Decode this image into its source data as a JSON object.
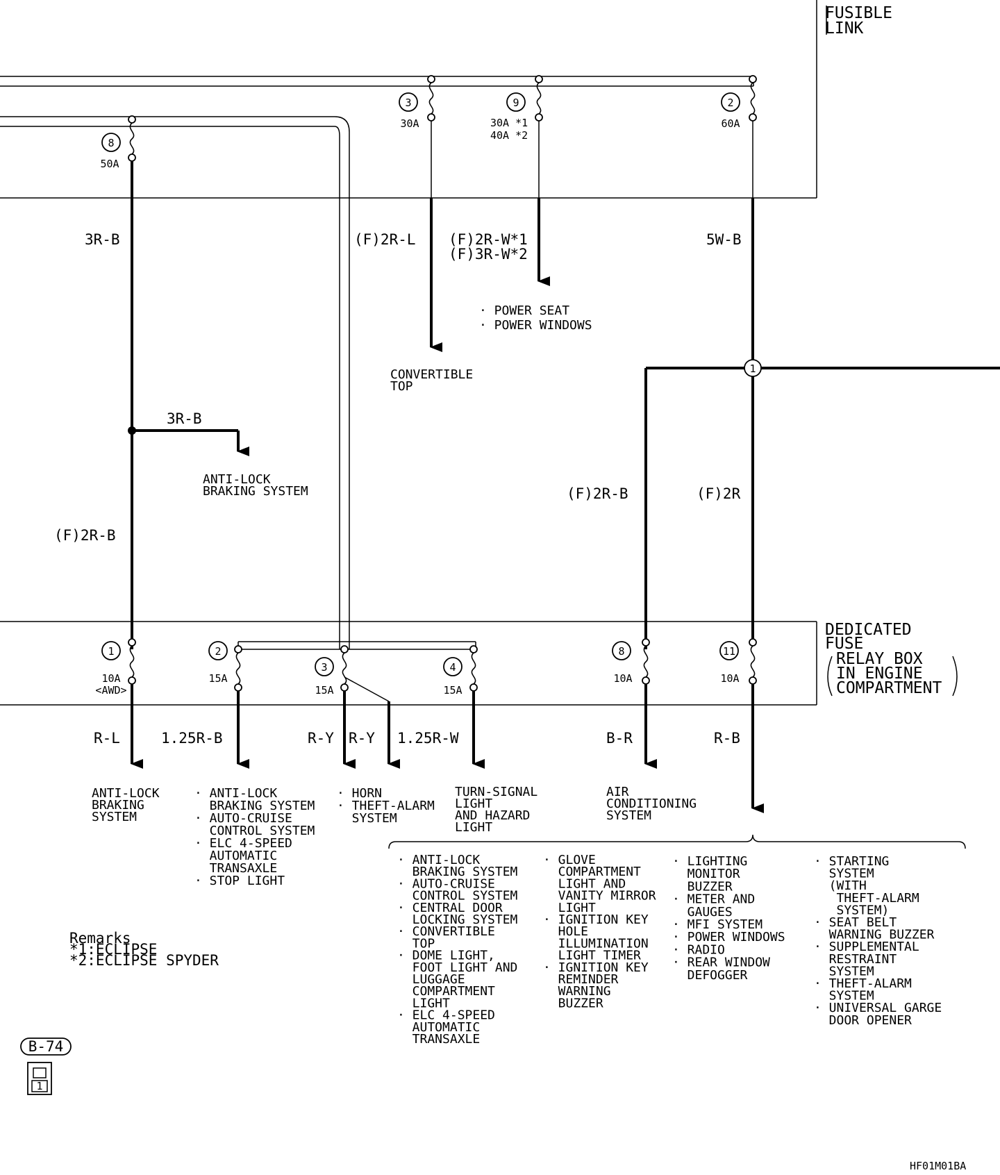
{
  "fusible_link": {
    "title": [
      "FUSIBLE",
      "LINK"
    ],
    "fuses": [
      {
        "num": "8",
        "rating": [
          "50A"
        ]
      },
      {
        "num": "3",
        "rating": [
          "30A"
        ]
      },
      {
        "num": "9",
        "rating": [
          "30A *1",
          "40A *2"
        ]
      },
      {
        "num": "2",
        "rating": [
          "60A"
        ]
      }
    ]
  },
  "dedicated_fuse": {
    "title": [
      "DEDICATED",
      "FUSE",
      "RELAY BOX",
      "IN ENGINE",
      "COMPARTMENT"
    ],
    "fuses": [
      {
        "num": "1",
        "rating": [
          "10A",
          "<AWD>"
        ]
      },
      {
        "num": "2",
        "rating": [
          "15A"
        ]
      },
      {
        "num": "3",
        "rating": [
          "15A"
        ]
      },
      {
        "num": "4",
        "rating": [
          "15A"
        ]
      },
      {
        "num": "8",
        "rating": [
          "10A"
        ]
      },
      {
        "num": "11",
        "rating": [
          "10A"
        ]
      }
    ]
  },
  "junction": {
    "num": "1"
  },
  "wires": {
    "w_3rb_main": "3R-B",
    "w_3rb_branch": "3R-B",
    "w_f2rb_left": "(F)2R-B",
    "w_f2rl": "(F)2R-L",
    "w_f2rw": "(F)2R-W*1",
    "w_f3rw": "(F)3R-W*2",
    "w_5wb": "5W-B",
    "w_f2rb_right": "(F)2R-B",
    "w_f2r": "(F)2R",
    "w_rl": "R-L",
    "w_125rb": "1.25R-B",
    "w_ry1": "R-Y",
    "w_ry2": "R-Y",
    "w_125rw": "1.25R-W",
    "w_br": "B-R",
    "w_rb": "R-B"
  },
  "destinations": {
    "convertible_top": [
      "CONVERTIBLE",
      "TOP"
    ],
    "power": [
      "· POWER SEAT",
      "· POWER WINDOWS"
    ],
    "abs_branch": [
      "ANTI-LOCK",
      "BRAKING SYSTEM"
    ],
    "fuse1_dest": [
      "ANTI-LOCK",
      "BRAKING",
      "SYSTEM"
    ],
    "fuse2_dest": [
      "· ANTI-LOCK",
      "  BRAKING SYSTEM",
      "· AUTO-CRUISE",
      "  CONTROL SYSTEM",
      "· ELC 4-SPEED",
      "  AUTOMATIC",
      "  TRANSAXLE",
      "· STOP LIGHT"
    ],
    "fuse3_dest": [
      "· HORN",
      "· THEFT-ALARM",
      "  SYSTEM"
    ],
    "fuse4_dest": [
      "TURN-SIGNAL",
      "LIGHT",
      "AND HAZARD",
      "LIGHT"
    ],
    "fuse8_dest": [
      "AIR",
      "CONDITIONING",
      "SYSTEM"
    ],
    "fuse11_col1": [
      "· ANTI-LOCK",
      "  BRAKING SYSTEM",
      "· AUTO-CRUISE",
      "  CONTROL SYSTEM",
      "· CENTRAL DOOR",
      "  LOCKING SYSTEM",
      "· CONVERTIBLE",
      "  TOP",
      "· DOME LIGHT,",
      "  FOOT LIGHT AND",
      "  LUGGAGE",
      "  COMPARTMENT",
      "  LIGHT",
      "· ELC 4-SPEED",
      "  AUTOMATIC",
      "  TRANSAXLE"
    ],
    "fuse11_col2": [
      "· GLOVE",
      "  COMPARTMENT",
      "  LIGHT AND",
      "  VANITY MIRROR",
      "  LIGHT",
      "· IGNITION KEY",
      "  HOLE",
      "  ILLUMINATION",
      "  LIGHT TIMER",
      "· IGNITION KEY",
      "  REMINDER",
      "  WARNING",
      "  BUZZER"
    ],
    "fuse11_col3": [
      "· LIGHTING",
      "  MONITOR",
      "  BUZZER",
      "· METER AND",
      "  GAUGES",
      "· MFI SYSTEM",
      "· POWER WINDOWS",
      "· RADIO",
      "· REAR WINDOW",
      "  DEFOGGER"
    ],
    "fuse11_col4": [
      "· STARTING",
      "  SYSTEM",
      "  (WITH",
      "   THEFT-ALARM",
      "   SYSTEM)",
      "· SEAT BELT",
      "  WARNING BUZZER",
      "· SUPPLEMENTAL",
      "  RESTRAINT",
      "  SYSTEM",
      "· THEFT-ALARM",
      "  SYSTEM",
      "· UNIVERSAL GARGE",
      "  DOOR OPENER"
    ]
  },
  "remarks": [
    "Remarks",
    "*1:ECLIPSE",
    "*2:ECLIPSE SPYDER"
  ],
  "connector": {
    "id": "B-74",
    "pin": "1"
  },
  "figure_code": "HF01M01BA"
}
